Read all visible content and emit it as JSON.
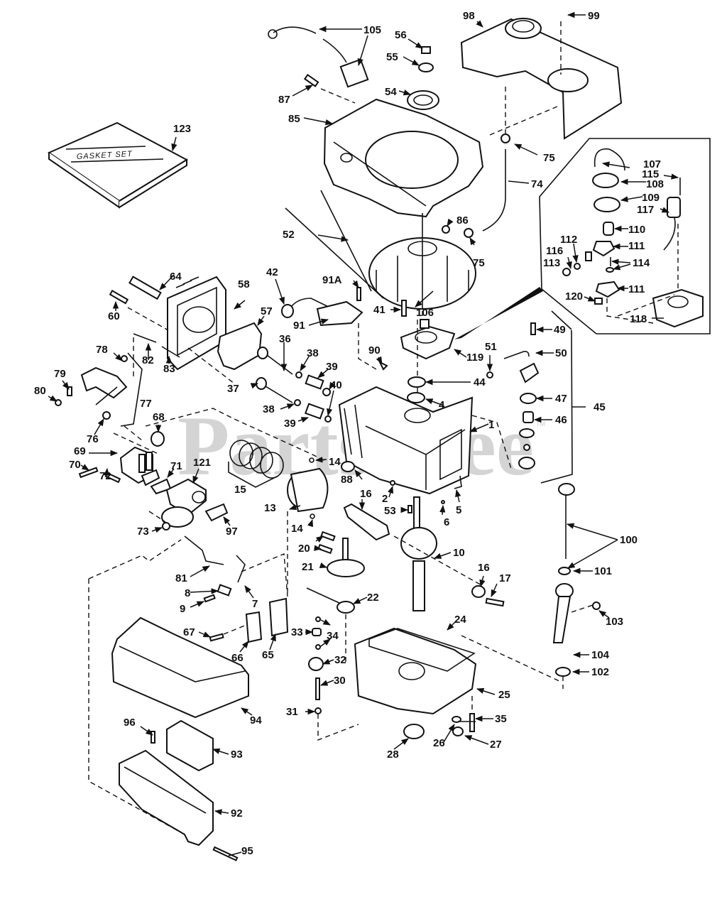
{
  "diagram": {
    "type": "exploded-parts-diagram",
    "subject": "small engine assembly",
    "watermark": "PartsTree",
    "watermark_tm": "TM",
    "gasket_set_box_text": "GASKET SET",
    "colors": {
      "line": "#111111",
      "background": "#ffffff",
      "watermark": "#d4d4d4"
    }
  },
  "parts": {
    "p1": "1",
    "p2": "2",
    "p4": "4",
    "p5": "5",
    "p6": "6",
    "p7": "7",
    "p8": "8",
    "p9": "9",
    "p10": "10",
    "p13": "13",
    "p14a": "14",
    "p14b": "14",
    "p15": "15",
    "p16a": "16",
    "p16b": "16",
    "p17": "17",
    "p20": "20",
    "p21": "21",
    "p22": "22",
    "p24": "24",
    "p25": "25",
    "p26": "26",
    "p27": "27",
    "p28": "28",
    "p30": "30",
    "p31": "31",
    "p32": "32",
    "p33": "33",
    "p34": "34",
    "p35": "35",
    "p36": "36",
    "p37": "37",
    "p38a": "38",
    "p38b": "38",
    "p39a": "39",
    "p39b": "39",
    "p40": "40",
    "p41": "41",
    "p42": "42",
    "p44": "44",
    "p45": "45",
    "p46": "46",
    "p47": "47",
    "p49": "49",
    "p50": "50",
    "p51": "51",
    "p52": "52",
    "p53": "53",
    "p54": "54",
    "p55": "55",
    "p56": "56",
    "p57": "57",
    "p58": "58",
    "p60": "60",
    "p64": "64",
    "p65": "65",
    "p66": "66",
    "p67": "67",
    "p68": "68",
    "p69": "69",
    "p70": "70",
    "p71": "71",
    "p72": "72",
    "p73": "73",
    "p74": "74",
    "p75a": "75",
    "p75b": "75",
    "p76": "76",
    "p77": "77",
    "p78": "78",
    "p79": "79",
    "p80": "80",
    "p81": "81",
    "p82": "82",
    "p83": "83",
    "p85": "85",
    "p86": "86",
    "p87": "87",
    "p88": "88",
    "p90": "90",
    "p91": "91",
    "p91A": "91A",
    "p92": "92",
    "p93": "93",
    "p94": "94",
    "p95": "95",
    "p96": "96",
    "p97": "97",
    "p98": "98",
    "p99": "99",
    "p100": "100",
    "p101": "101",
    "p102": "102",
    "p103": "103",
    "p104": "104",
    "p105": "105",
    "p106": "106",
    "p107": "107",
    "p108": "108",
    "p109": "109",
    "p110": "110",
    "p111a": "111",
    "p111b": "111",
    "p112": "112",
    "p113": "113",
    "p114": "114",
    "p115": "115",
    "p116": "116",
    "p117": "117",
    "p118": "118",
    "p119": "119",
    "p120": "120",
    "p121": "121",
    "p123": "123"
  }
}
